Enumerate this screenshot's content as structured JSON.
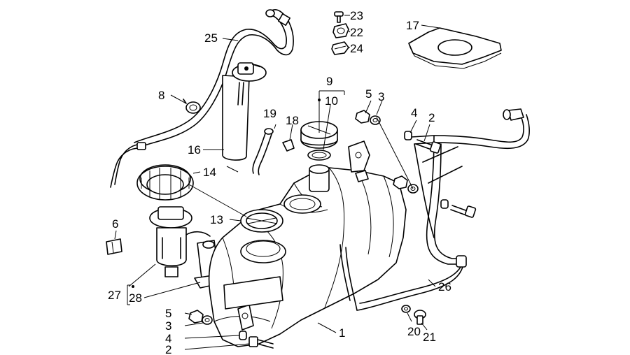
{
  "labels": [
    {
      "id": "label-1",
      "text": "1"
    },
    {
      "id": "label-2-top",
      "text": "2"
    },
    {
      "id": "label-2-bottom",
      "text": "2"
    },
    {
      "id": "label-3-top",
      "text": "3"
    },
    {
      "id": "label-3-bottom",
      "text": "3"
    },
    {
      "id": "label-4-top",
      "text": "4"
    },
    {
      "id": "label-4-bottom",
      "text": "4"
    },
    {
      "id": "label-5-top",
      "text": "5"
    },
    {
      "id": "label-5-bottom",
      "text": "5"
    },
    {
      "id": "label-6",
      "text": "6"
    },
    {
      "id": "label-8",
      "text": "8"
    },
    {
      "id": "label-9",
      "text": "9"
    },
    {
      "id": "label-10",
      "text": "10"
    },
    {
      "id": "label-13",
      "text": "13"
    },
    {
      "id": "label-14",
      "text": "14"
    },
    {
      "id": "label-16",
      "text": "16"
    },
    {
      "id": "label-17",
      "text": "17"
    },
    {
      "id": "label-18",
      "text": "18"
    },
    {
      "id": "label-19",
      "text": "19"
    },
    {
      "id": "label-20",
      "text": "20"
    },
    {
      "id": "label-21",
      "text": "21"
    },
    {
      "id": "label-22",
      "text": "22"
    },
    {
      "id": "label-23",
      "text": "23"
    },
    {
      "id": "label-24",
      "text": "24"
    },
    {
      "id": "label-25",
      "text": "25"
    },
    {
      "id": "label-26",
      "text": "26"
    },
    {
      "id": "label-27",
      "text": "27"
    },
    {
      "id": "label-28",
      "text": "28"
    }
  ]
}
